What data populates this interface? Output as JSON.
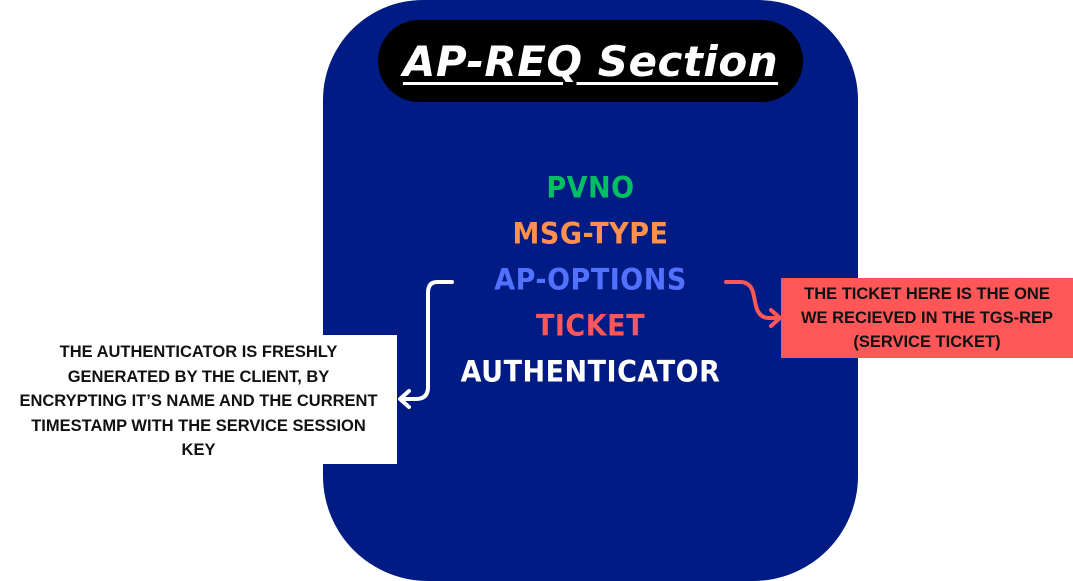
{
  "title": "AP-REQ Section",
  "colors": {
    "panel": "#001C84",
    "title_pill": "#000000",
    "note_left_bg": "#FFFFFF",
    "note_right_bg": "#FF5757",
    "arrow_left": "#FFFFFF",
    "arrow_right": "#FF5757"
  },
  "fields": [
    {
      "label": "PVNO",
      "color": "#00BF63"
    },
    {
      "label": "MSG-TYPE",
      "color": "#FF914D"
    },
    {
      "label": "AP-OPTIONS",
      "color": "#5271FF"
    },
    {
      "label": "TICKET",
      "color": "#FF5757"
    },
    {
      "label": "AUTHENTICATOR",
      "color": "#FFFFFF"
    }
  ],
  "notes": {
    "authenticator": {
      "lines": [
        "THE AUTHENTICATOR IS FRESHLY",
        "GENERATED BY THE CLIENT, BY",
        "ENCRYPTING IT’S NAME AND THE CURRENT",
        "TIMESTAMP WITH THE SERVICE SESSION",
        "KEY"
      ]
    },
    "ticket": {
      "lines": [
        "THE TICKET HERE IS THE ONE",
        "WE RECIEVED IN THE TGS-REP",
        "(SERVICE TICKET)"
      ]
    }
  }
}
